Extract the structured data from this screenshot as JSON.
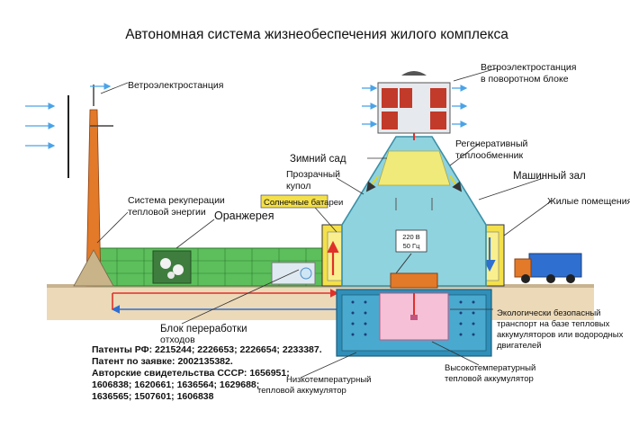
{
  "title": "Автономная система жизнеобеспечения жилого комплекса",
  "labels": {
    "wind_station": "Ветроэлектростанция",
    "wind_station_rotating_1": "Ветроэлектростанция",
    "wind_station_rotating_2": "в поворотном блоке",
    "winter_garden": "Зимний сад",
    "regenerative_1": "Регенеративный",
    "regenerative_2": "теплообменник",
    "transparent_1": "Прозрачный",
    "transparent_2": "купол",
    "machine_room": "Машинный зал",
    "living_rooms": "Жилые помещения",
    "solar_panels": "Солнечные батареи",
    "recuperation_1": "Система рекуперации",
    "recuperation_2": "тепловой энергии",
    "greenhouse": "Оранжерея",
    "voltage_1": "220 В",
    "voltage_2": "50 Гц",
    "waste_1": "Блок переработки",
    "waste_2": "отходов",
    "transport_1": "Экологически безопасный",
    "transport_2": "транспорт на базе тепловых",
    "transport_3": "аккумуляторов или водородных",
    "transport_4": "двигателей",
    "high_temp_1": "Высокотемпературный",
    "high_temp_2": "тепловой аккумулятор",
    "low_temp_1": "Низкотемпературный",
    "low_temp_2": "тепловой аккумулятор"
  },
  "patents": [
    "Патенты РФ: 2215244; 2226653; 2226654; 2233387.",
    "Патент по заявке: 2002135382.",
    "Авторские свидетельства СССР: 1656951;",
    "1606838; 1620661; 1636564; 1629688;",
    "1636565; 1507601; 1606838"
  ],
  "colors": {
    "dome": "#8fd3df",
    "dome_edge": "#3a8fa6",
    "greenhouse": "#5cbf5c",
    "yellow_block": "#f4e04a",
    "ground": "#ecd9b8",
    "accumulator": "#2f8fb8",
    "hot_core": "#f6c1d6",
    "tower": "#e27a2a",
    "arrow_red": "#e0302a",
    "arrow_blue": "#2f6fd0"
  }
}
